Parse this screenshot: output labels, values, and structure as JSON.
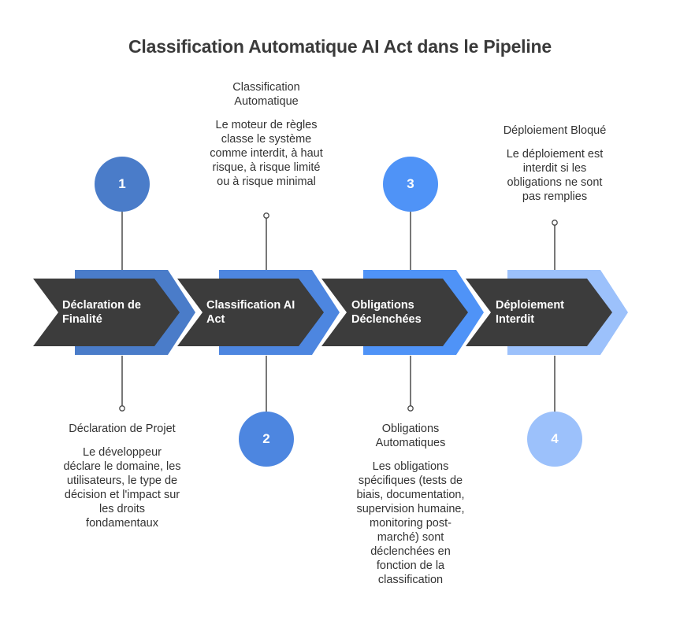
{
  "title": "Classification Automatique AI Act dans le Pipeline",
  "steps": [
    {
      "number": "1",
      "label": "Déclaration de Finalité",
      "heading": "Déclaration de Projet",
      "description": "Le développeur déclare le domaine, les utilisateurs, le type de décision et l'impact sur les droits fondamentaux",
      "color": "#4a7cc9"
    },
    {
      "number": "2",
      "label": "Classification AI Act",
      "heading": "Classification Automatique",
      "description": "Le moteur de règles classe le système comme interdit, à haut risque, à risque limité ou à risque minimal",
      "color": "#4d86e0"
    },
    {
      "number": "3",
      "label": "Obligations Déclenchées",
      "heading": "Obligations Automatiques",
      "description": "Les obligations spécifiques (tests de biais, documentation, supervision humaine, monitoring post-marché) sont déclenchées en fonction de la classification",
      "color": "#4f93f7"
    },
    {
      "number": "4",
      "label": "Déploiement Interdit",
      "heading": "Déploiement Bloqué",
      "description": "Le déploiement est interdit si les obligations ne sont pas remplies",
      "color": "#9cc1fb"
    }
  ],
  "colors": {
    "chevron_fill": "#3c3c3c",
    "text": "#333333",
    "title": "#3a3a3a",
    "connector": "#4a4a4a"
  }
}
